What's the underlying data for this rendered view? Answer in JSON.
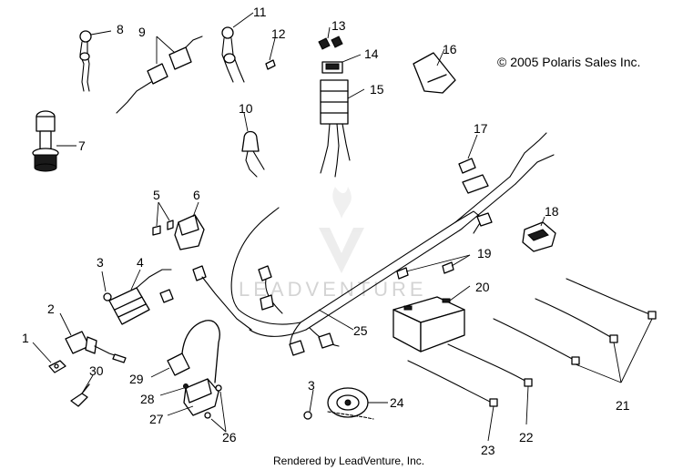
{
  "copyright": "© 2005 Polaris Sales Inc.",
  "credit": "Rendered by LeadVenture, Inc.",
  "watermark": "LEADVENTURE",
  "callouts": [
    "1",
    "2",
    "3",
    "4",
    "5",
    "6",
    "7",
    "8",
    "9",
    "10",
    "11",
    "12",
    "13",
    "14",
    "15",
    "16",
    "17",
    "18",
    "19",
    "20",
    "21",
    "22",
    "23",
    "24",
    "25",
    "26",
    "27",
    "28",
    "29",
    "30",
    "3"
  ]
}
